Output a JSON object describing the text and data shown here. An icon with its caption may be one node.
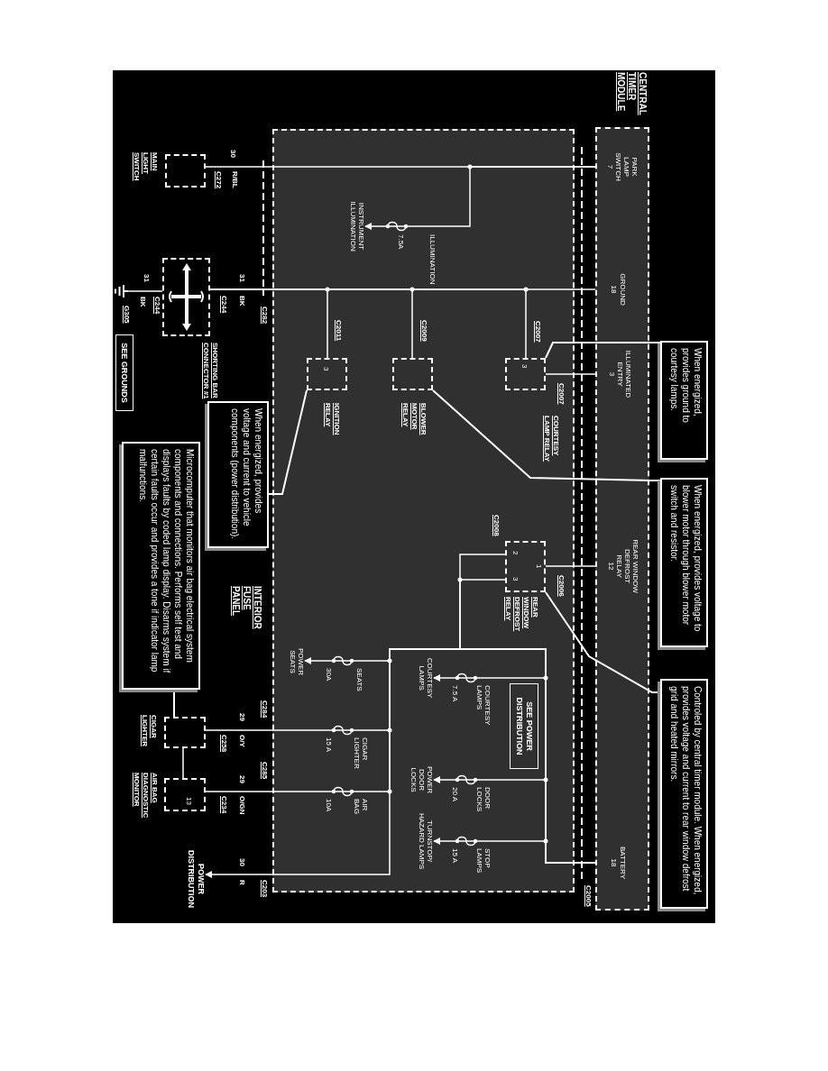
{
  "diagram": {
    "nodes": [
      {
        "text": [
          "CENTRAL TIMER MODULE"
        ]
      },
      {
        "text": [
          "INTERIOR FUSE PANEL"
        ]
      },
      {
        "text": [
          "COURTESY LAMP RELAY",
          "3"
        ],
        "in": 1
      },
      {
        "text": [
          "BLOWER MOTOR RELAY"
        ],
        "in": 1
      },
      {
        "text": [
          "IGNITION RELAY",
          "3"
        ],
        "in": 1
      },
      {
        "text": [
          "REAR WINDOW DEFROST RELAY",
          "1",
          "2",
          "3"
        ],
        "in": 1
      },
      {
        "text": [
          "SEE POWER DISTRIBUTION"
        ],
        "in": 1
      },
      {
        "text": [
          "MAIN LIGHT SWITCH"
        ]
      },
      {
        "text": [
          "SHORTING BAR CONNECTOR #1"
        ]
      },
      {
        "text": [
          "CIGAR LIGHTER"
        ]
      },
      {
        "text": [
          "AIR BAG DIAGNOSTIC MONITOR",
          "13"
        ]
      },
      {
        "text": [
          "SEE GROUNDS"
        ]
      },
      {
        "text": [],
        "shape": "ground",
        "beside": [
          "G305"
        ]
      },
      {
        "text": [
          "When energized, provides ground to courtesy lamps."
        ]
      },
      {
        "text": [
          "When energized, provides voltage to blower motor through blower motor switch and resistor."
        ]
      },
      {
        "text": [
          "Controled by central timer module. When energized, provides voltage and current to rear window defrost grid and heated mirrors."
        ]
      },
      {
        "text": [
          "When energized, provides voltage and current to vehicle components (power distribution)."
        ]
      },
      {
        "text": [
          "Microcomputer that monitors air bag electrical system components and connections. Performs self test and displays faults by coded lamp display. Disarms system if certain faults occur and provides a tone if indicator lamp malfunctions."
        ]
      },
      {
        "text": [
          "INSTRUMENT ILLUMINATION"
        ],
        "in": 1
      },
      {
        "text": [
          "COURTESY LAMPS"
        ],
        "in": 1
      },
      {
        "text": [
          "POWER DOOR LOCKS"
        ],
        "in": 1
      },
      {
        "text": [
          "TURNSTOP/ HAZARD LAMPS"
        ],
        "in": 1
      },
      {
        "text": [
          "POWER SEATS"
        ],
        "in": 1
      },
      {
        "text": [
          "POWER DISTRIBUTION"
        ]
      }
    ],
    "edges": [
      {
        "from": 0,
        "to": 7,
        "arrow": "none"
      },
      {
        "from": 0,
        "to": 18,
        "arrow": "to"
      },
      {
        "from": 0,
        "to": 8,
        "arrow": "none"
      },
      {
        "from": 2,
        "to": 8,
        "arrow": "none"
      },
      {
        "from": 3,
        "to": 8,
        "arrow": "none"
      },
      {
        "from": 4,
        "to": 8,
        "arrow": "none"
      },
      {
        "from": 0,
        "to": 2,
        "arrow": "none"
      },
      {
        "from": 0,
        "to": 5,
        "arrow": "none"
      },
      {
        "from": 8,
        "to": 12,
        "arrow": "none"
      },
      {
        "from": 0,
        "to": 5,
        "arrow": "none"
      },
      {
        "from": 0,
        "to": 5,
        "arrow": "none"
      },
      {
        "from": 0,
        "to": 19,
        "arrow": "to"
      },
      {
        "from": 0,
        "to": 20,
        "arrow": "to"
      },
      {
        "from": 0,
        "to": 21,
        "arrow": "to"
      },
      {
        "from": 0,
        "to": 22,
        "arrow": "to"
      },
      {
        "from": 0,
        "to": 9,
        "arrow": "none"
      },
      {
        "from": 0,
        "to": 10,
        "arrow": "none"
      },
      {
        "from": 0,
        "to": 23,
        "arrow": "to"
      },
      {
        "from": 13,
        "to": 2,
        "arrow": "none"
      },
      {
        "from": 14,
        "to": 3,
        "arrow": "none"
      },
      {
        "from": 15,
        "to": 5,
        "arrow": "none"
      },
      {
        "from": 16,
        "to": 4,
        "arrow": "none"
      },
      {
        "from": 17,
        "to": 9,
        "arrow": "none"
      },
      {
        "from": 9,
        "to": 10,
        "arrow": "none"
      }
    ],
    "labels": [
      "PARK LAMP SWITCH",
      "7",
      "GROUND",
      "18",
      "ILLUMINATED ENTRY",
      "3",
      "REAR WINDOW DEFROST RELAY",
      "12",
      "BATTERY",
      "18",
      "C2005",
      "C2007",
      "C2007",
      "C2009",
      "C2011",
      "C2006",
      "C2008",
      "ILLUMINATION",
      "7.5A",
      "COURTESY LAMPS",
      "7.5 A",
      "DOOR LOCKS",
      "20 A",
      "STOP LAMPS",
      "15 A",
      "SEATS",
      "30A",
      "CIGAR LIGHTER",
      "15 A",
      "AIR BAG",
      "10A",
      "30",
      "R/BL",
      "C272",
      "C282",
      "31",
      "BK",
      "C244",
      "31",
      "BK",
      "C244",
      "29",
      "O/Y",
      "C258",
      "C284",
      "29",
      "O/GN",
      "C234",
      "C285",
      "30",
      "R",
      "C203"
    ]
  }
}
